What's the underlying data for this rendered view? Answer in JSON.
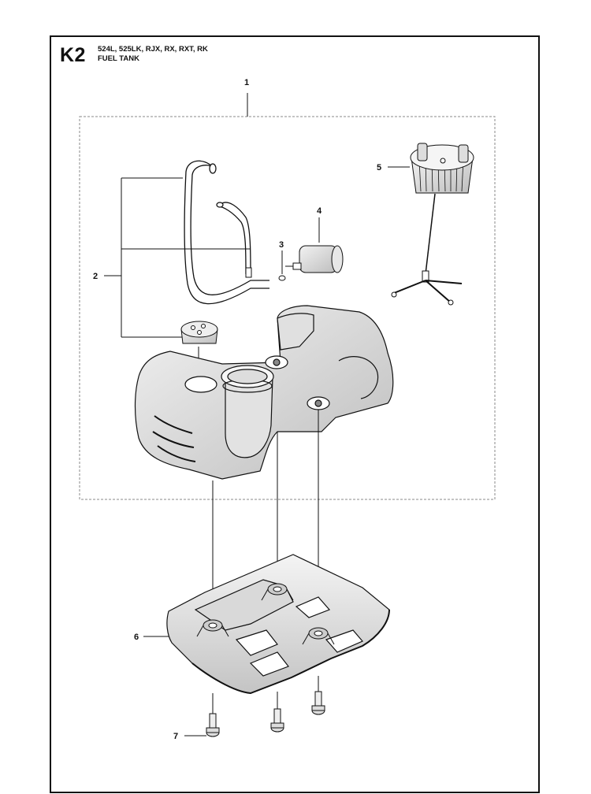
{
  "header": {
    "code": "K2",
    "models": "524L, 525LK, RJX, RX, RXT, RK",
    "subtitle": "FUEL TANK"
  },
  "callouts": [
    "1",
    "2",
    "3",
    "4",
    "5",
    "6",
    "7"
  ],
  "colors": {
    "line": "#111111",
    "part_fill": "#ffffff",
    "shade": "#cfcfcf",
    "dash": "#888888"
  }
}
